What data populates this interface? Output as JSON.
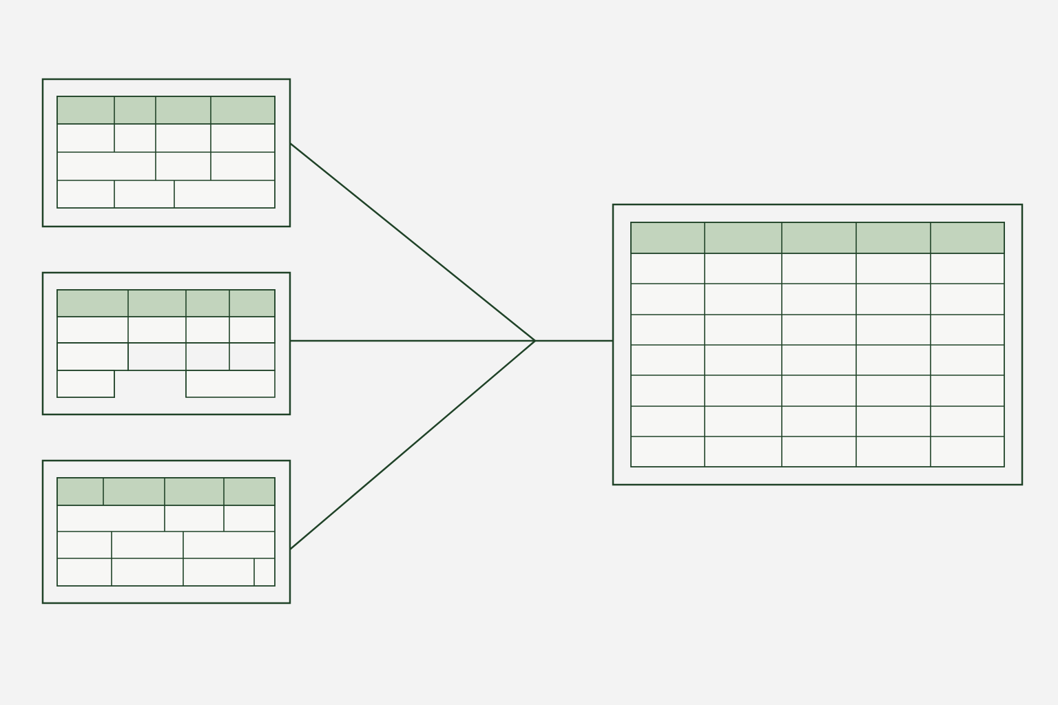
{
  "colors": {
    "background": "#f3f3f3",
    "stroke": "#1f4227",
    "header_fill": "#c2d4bd",
    "cell_fill": "#f7f7f5"
  },
  "diagram": {
    "kind": "merge-tables",
    "labels": [],
    "source_table_count": 3,
    "target_table": {
      "columns": 5,
      "body_rows": 7
    }
  }
}
